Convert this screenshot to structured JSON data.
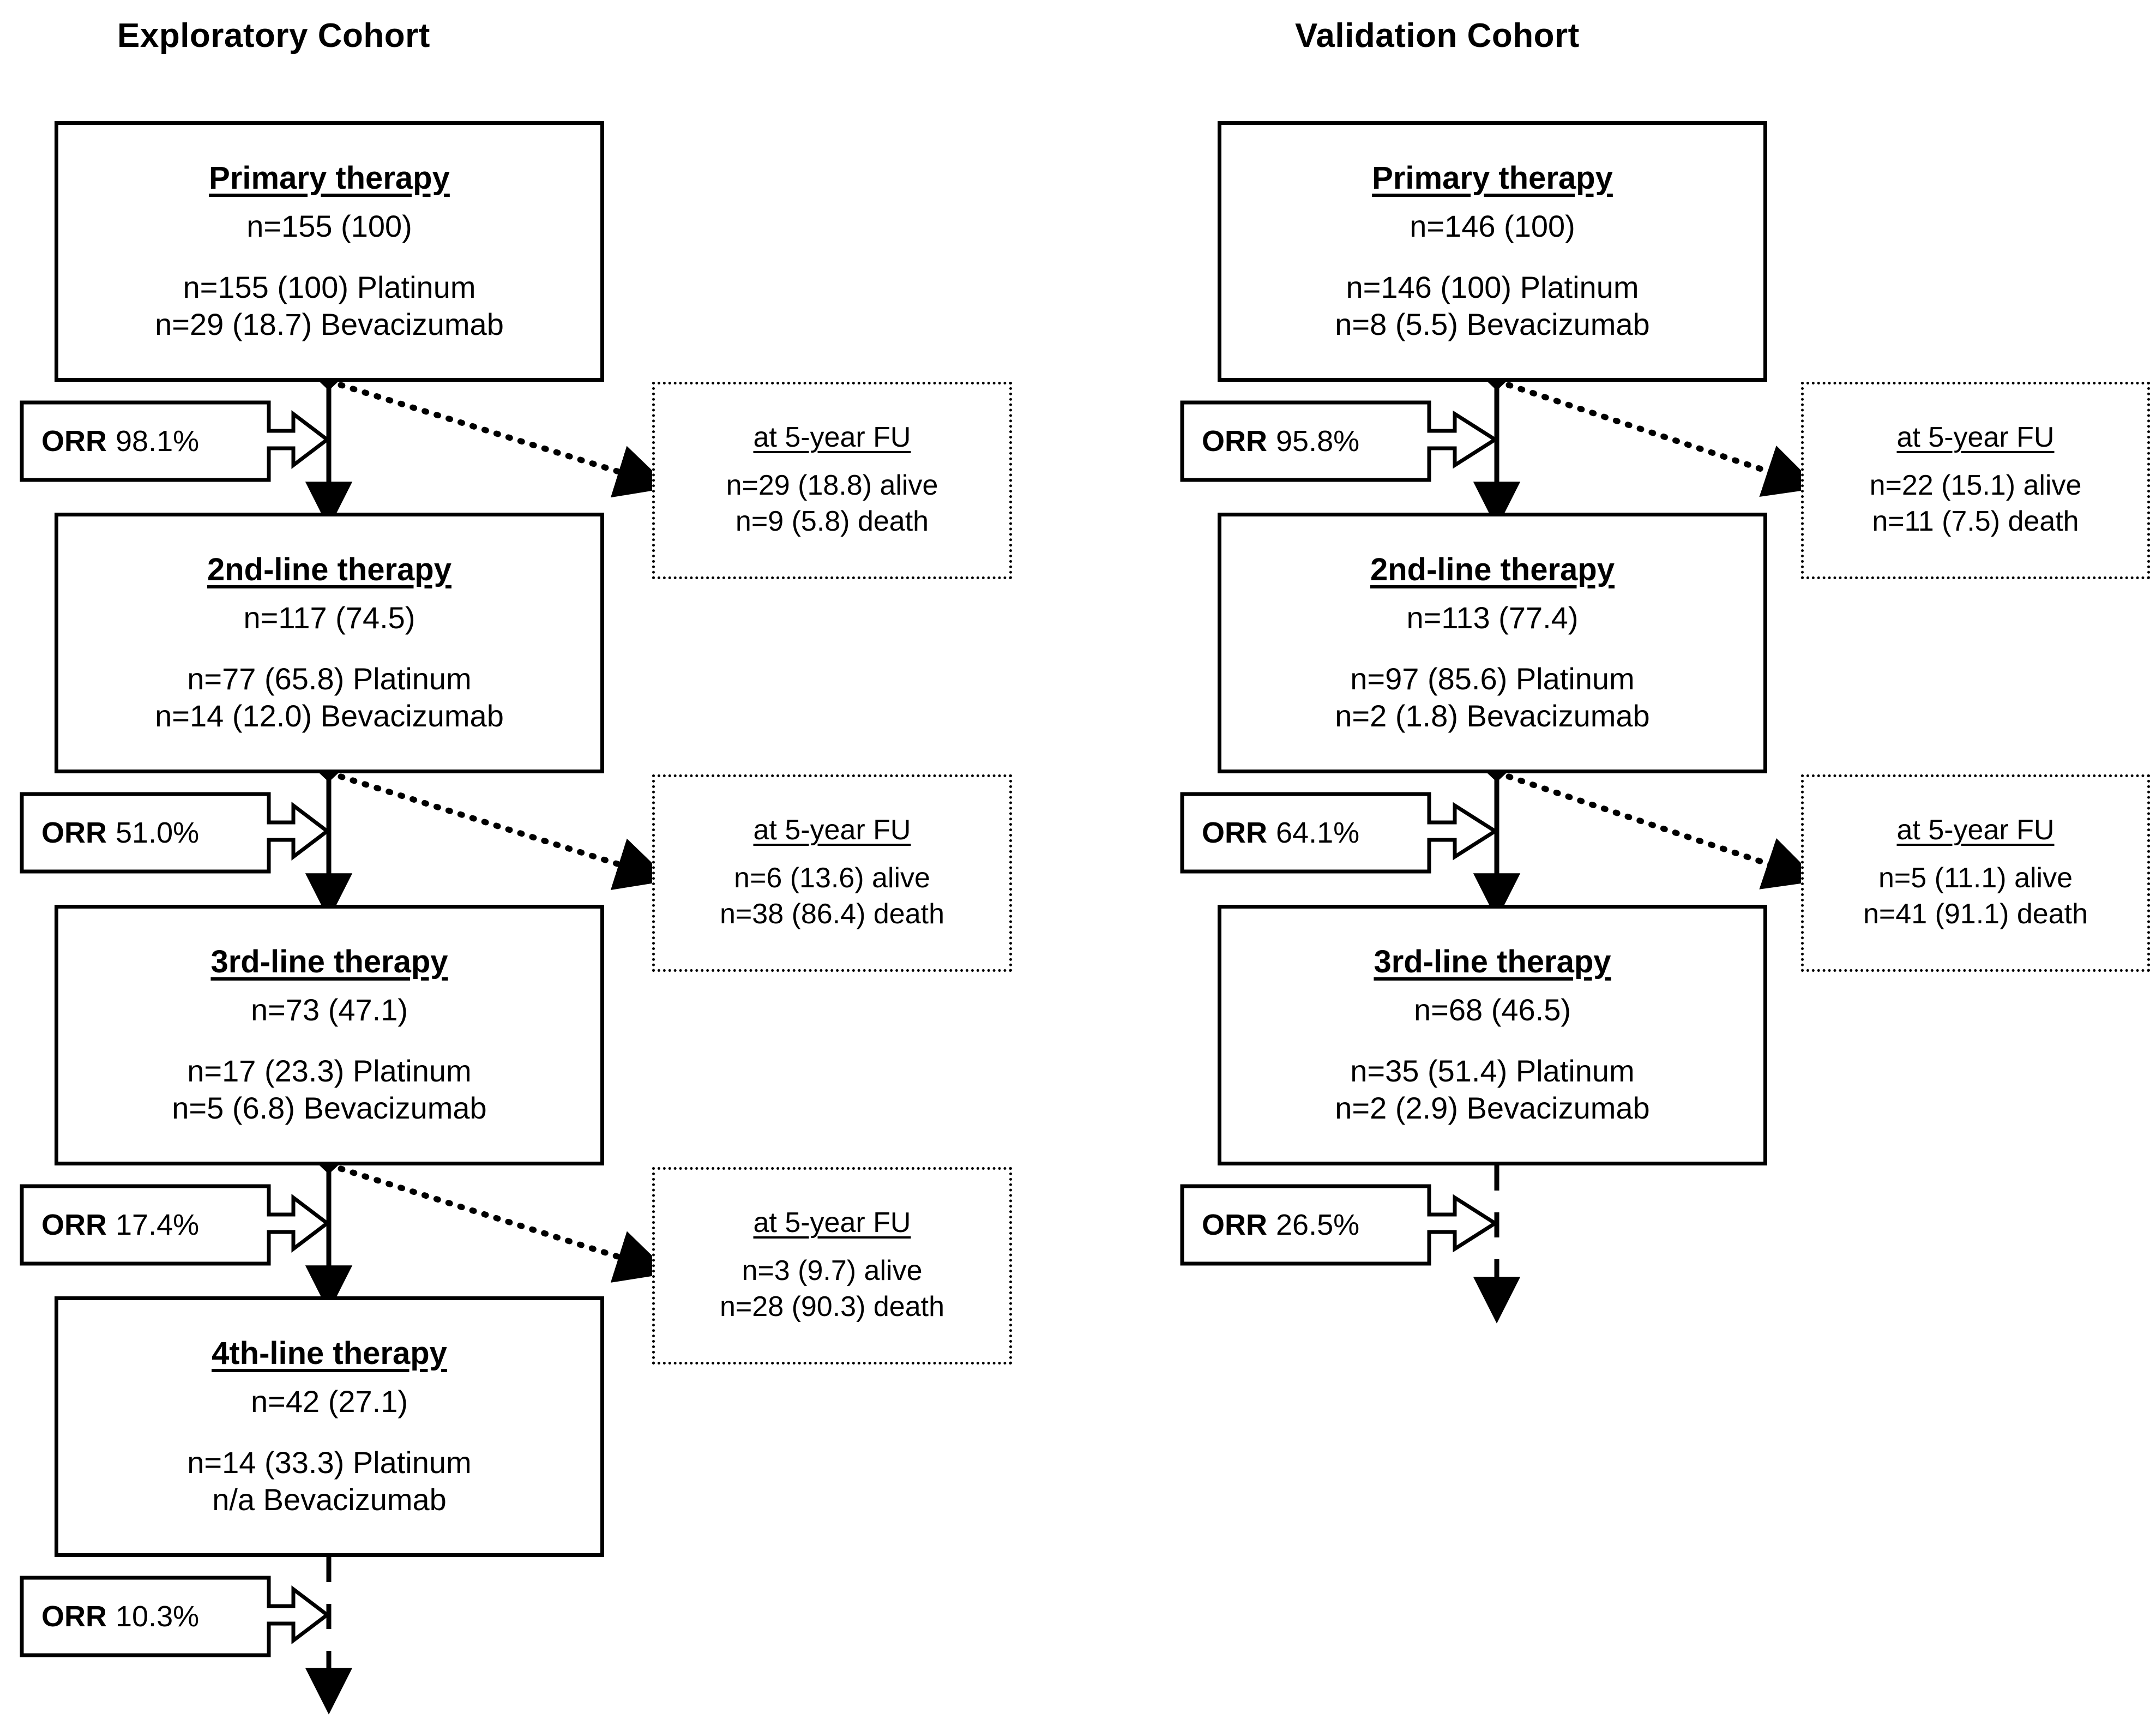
{
  "figure": {
    "type": "flowchart",
    "description": "Treatment-line flow diagram for two cohorts with overall response rates and 5-year follow-up outcomes"
  },
  "cohorts": [
    {
      "key": "exploratory",
      "title": "Exploratory Cohort",
      "nodes": [
        {
          "title": "Primary therapy",
          "n": "n=155 (100)",
          "lines": [
            "n=155 (100) Platinum",
            "n=29 (18.7) Bevacizumab"
          ]
        },
        {
          "title": "2nd-line therapy",
          "n": "n=117 (74.5)",
          "lines": [
            "n=77 (65.8) Platinum",
            "n=14 (12.0) Bevacizumab"
          ]
        },
        {
          "title": "3rd-line therapy",
          "n": "n=73 (47.1)",
          "lines": [
            "n=17 (23.3) Platinum",
            "n=5 (6.8) Bevacizumab"
          ]
        },
        {
          "title": "4th-line therapy",
          "n": "n=42 (27.1)",
          "lines": [
            "n=14 (33.3) Platinum",
            "n/a Bevacizumab"
          ]
        }
      ],
      "orr": [
        {
          "label": "ORR",
          "value": "98.1%"
        },
        {
          "label": "ORR",
          "value": "51.0%"
        },
        {
          "label": "ORR",
          "value": "17.4%"
        },
        {
          "label": "ORR",
          "value": "10.3%"
        }
      ],
      "followups": [
        {
          "title": "at 5-year FU",
          "lines": [
            "n=29 (18.8) alive",
            "n=9 (5.8) death"
          ]
        },
        {
          "title": "at 5-year FU",
          "lines": [
            "n=6 (13.6) alive",
            "n=38 (86.4) death"
          ]
        },
        {
          "title": "at 5-year FU",
          "lines": [
            "n=3 (9.7) alive",
            "n=28 (90.3) death"
          ]
        }
      ]
    },
    {
      "key": "validation",
      "title": "Validation Cohort",
      "nodes": [
        {
          "title": "Primary therapy",
          "n": "n=146 (100)",
          "lines": [
            "n=146 (100) Platinum",
            "n=8 (5.5) Bevacizumab"
          ]
        },
        {
          "title": "2nd-line therapy",
          "n": "n=113 (77.4)",
          "lines": [
            "n=97 (85.6) Platinum",
            "n=2 (1.8) Bevacizumab"
          ]
        },
        {
          "title": "3rd-line therapy",
          "n": "n=68 (46.5)",
          "lines": [
            "n=35 (51.4) Platinum",
            "n=2 (2.9) Bevacizumab"
          ]
        }
      ],
      "orr": [
        {
          "label": "ORR",
          "value": "95.8%"
        },
        {
          "label": "ORR",
          "value": "64.1%"
        },
        {
          "label": "ORR",
          "value": "26.5%"
        }
      ],
      "followups": [
        {
          "title": "at 5-year FU",
          "lines": [
            "n=22 (15.1) alive",
            "n=11 (7.5) death"
          ]
        },
        {
          "title": "at 5-year FU",
          "lines": [
            "n=5 (11.1) alive",
            "n=41 (91.1) death"
          ]
        }
      ]
    }
  ],
  "colors": {
    "stroke": "#000000",
    "background": "#ffffff"
  }
}
